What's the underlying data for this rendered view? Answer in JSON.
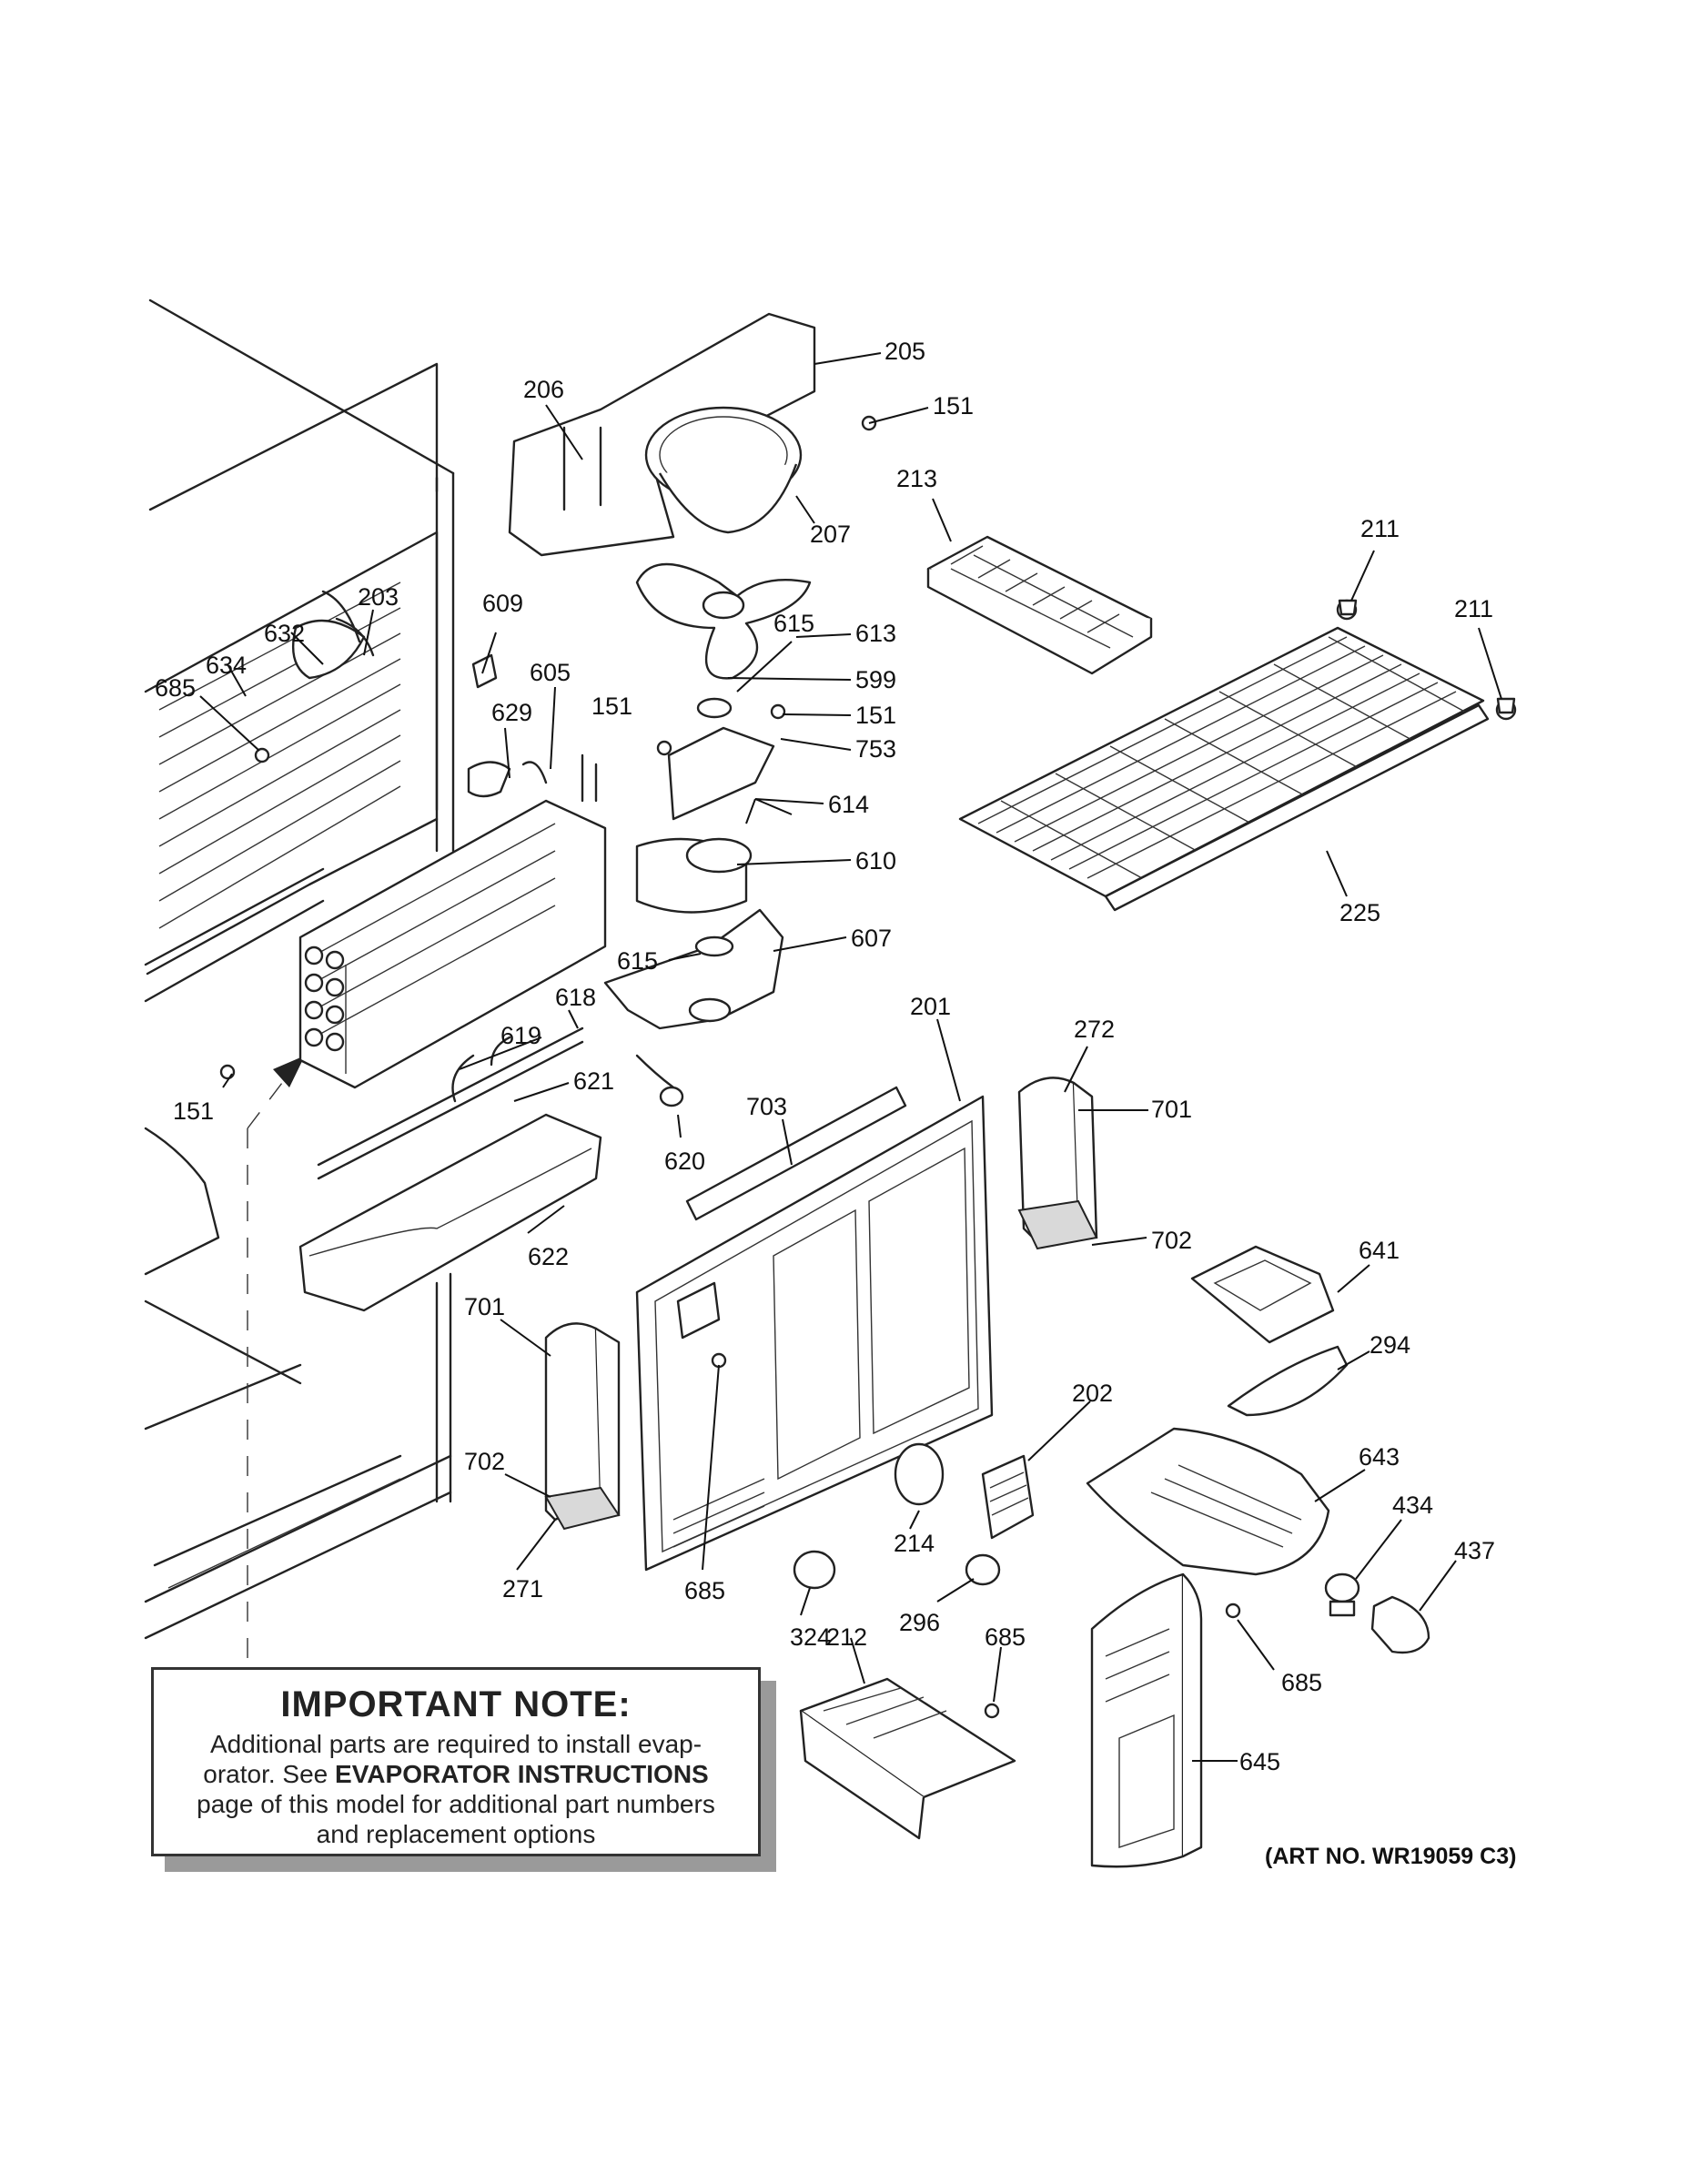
{
  "callouts": {
    "c205": "205",
    "c151a": "151",
    "c206": "206",
    "c207": "207",
    "c213": "213",
    "c211a": "211",
    "c211b": "211",
    "c203": "203",
    "c609": "609",
    "c632": "632",
    "c634": "634",
    "c685a": "685",
    "c615a": "615",
    "c613": "613",
    "c599": "599",
    "c151b": "151",
    "c151c": "151",
    "c605": "605",
    "c629": "629",
    "c753": "753",
    "c614": "614",
    "c610": "610",
    "c225": "225",
    "c615b": "615",
    "c607": "607",
    "c618": "618",
    "c619": "619",
    "c621": "621",
    "c151d": "151",
    "c201": "201",
    "c272": "272",
    "c701a": "701",
    "c703": "703",
    "c620": "620",
    "c622": "622",
    "c702a": "702",
    "c641": "641",
    "c701b": "701",
    "c294": "294",
    "c202": "202",
    "c643": "643",
    "c702b": "702",
    "c434": "434",
    "c214": "214",
    "c437": "437",
    "c271": "271",
    "c685b": "685",
    "c296": "296",
    "c324": "324",
    "c212": "212",
    "c685c": "685",
    "c685d": "685",
    "c645": "645"
  },
  "note": {
    "title": "IMPORTANT NOTE:",
    "line1": "Additional parts are required to install evap-",
    "line2_pre": "orator.  See ",
    "line2_bold": "EVAPORATOR INSTRUCTIONS",
    "line3": "page of this model for additional part numbers",
    "line4": "and replacement options"
  },
  "art_number": "(ART NO. WR19059 C3)"
}
